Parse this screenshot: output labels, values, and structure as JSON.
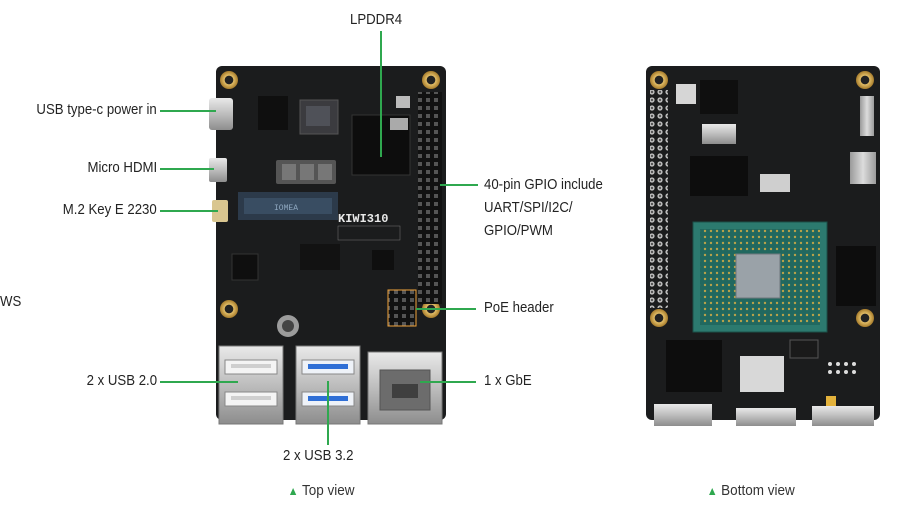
{
  "labels": {
    "lpddr4": "LPDDR4",
    "usb_c": "USB type-c power in",
    "micro_hdmi": "Micro HDMI",
    "m2": "M.2 Key E 2230",
    "ws": "WS",
    "usb20": "2 x USB 2.0",
    "usb32": "2 x USB 3.2",
    "gpio_line1": "40-pin GPIO include",
    "gpio_line2": "UART/SPI/I2C/",
    "gpio_line3": "GPIO/PWM",
    "poe": "PoE header",
    "gbe": "1 x GbE"
  },
  "board": {
    "silkscreen_name": "KIWI310",
    "m2_slot_text": "IOMEA"
  },
  "captions": {
    "top": "Top view",
    "bottom": "Bottom view"
  },
  "colors": {
    "accent": "#2fa84f",
    "pcb": "#1b1c1d",
    "gold": "#c9a14a"
  }
}
